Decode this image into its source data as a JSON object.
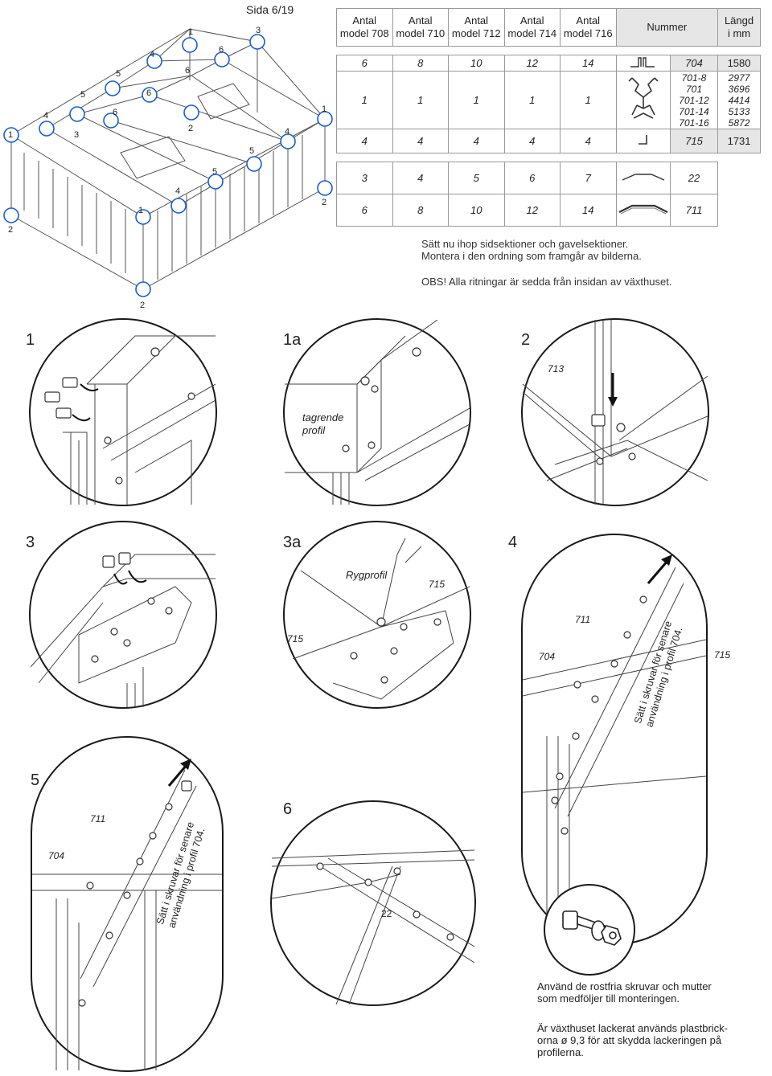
{
  "page": {
    "label": "Sida 6/19"
  },
  "table": {
    "headers": [
      "Antal\nmodel 708",
      "Antal\nmodel 710",
      "Antal\nmodel 712",
      "Antal\nmodel 714",
      "Antal\nmodel 716"
    ],
    "nummer_header": "Nummer",
    "length_header": "Längd\ni mm",
    "rows": [
      {
        "counts": [
          "6",
          "8",
          "10",
          "12",
          "14"
        ],
        "nummer": "704",
        "length": "1580"
      },
      {
        "counts": [
          "1",
          "1",
          "1",
          "1",
          "1"
        ],
        "nummer_list": [
          "701-8",
          "701",
          "701-12",
          "701-14",
          "701-16"
        ],
        "length_list": [
          "2977",
          "3696",
          "4414",
          "5133",
          "5872"
        ]
      },
      {
        "counts": [
          "4",
          "4",
          "4",
          "4",
          "4"
        ],
        "nummer": "715",
        "length": "1731"
      },
      {
        "counts": [
          "3",
          "4",
          "5",
          "6",
          "7"
        ],
        "nummer": "22"
      },
      {
        "counts": [
          "6",
          "8",
          "10",
          "12",
          "14"
        ],
        "nummer": "711"
      }
    ]
  },
  "instructions": {
    "line1": "Sätt nu ihop sidsektioner och gavelsektioner.",
    "line2": "Montera i den ordning som framgår av bilderna.",
    "obs": "OBS! Alla ritningar är sedda från insidan av växthuset."
  },
  "overview_nodes": [
    "1",
    "2",
    "3",
    "4",
    "5",
    "6"
  ],
  "steps": {
    "s1": "1",
    "s1a": "1a",
    "s2": "2",
    "s3": "3",
    "s3a": "3a",
    "s4": "4",
    "s5": "5",
    "s6": "6"
  },
  "labels": {
    "tagrende": "tagrende\nprofil",
    "p713": "713",
    "rygprofil": "Rygprofil",
    "p715": "715",
    "p711": "711",
    "p704": "704",
    "p22": "22",
    "screw_note": "Sätt i skruvar för senare\nanvändning i profil 704."
  },
  "notes": {
    "stainless": "Använd de rostfria skruvar och mutter\nsom medföljer till monteringen.",
    "lacquer": "Är växthuset lackerat används plastbrick-\norna ø 9,3 för att skydda lackeringen på\nprofilerna."
  },
  "colors": {
    "line": "#1a1a1a",
    "table_bg": "#e6e6e6"
  }
}
